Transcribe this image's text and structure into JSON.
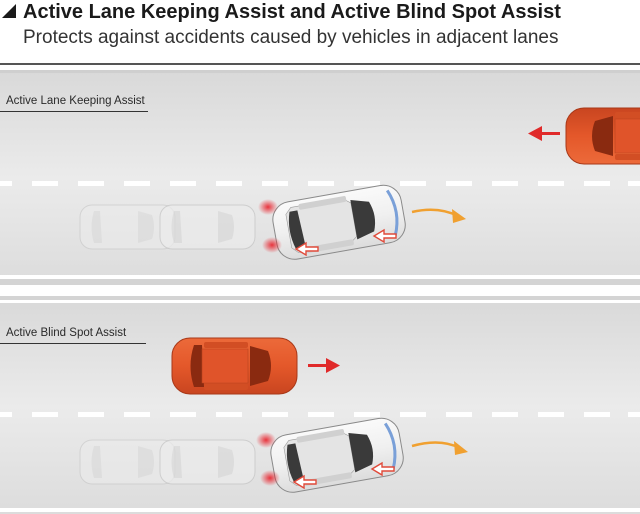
{
  "header": {
    "title": "Active Lane Keeping Assist and Active Blind Spot Assist",
    "subtitle": "Protects against accidents caused by vehicles in adjacent lanes"
  },
  "panels": [
    {
      "label": "Active Lane Keeping Assist"
    },
    {
      "label": "Active Blind Spot Assist"
    }
  ],
  "colors": {
    "road": "#e6e6e6",
    "lane_marking": "#ffffff",
    "threat_vehicle": "#e4582a",
    "own_vehicle": "#f2f2f2",
    "warning_arrow": "#e02a2a",
    "steering_arrow": "#f0a030"
  }
}
